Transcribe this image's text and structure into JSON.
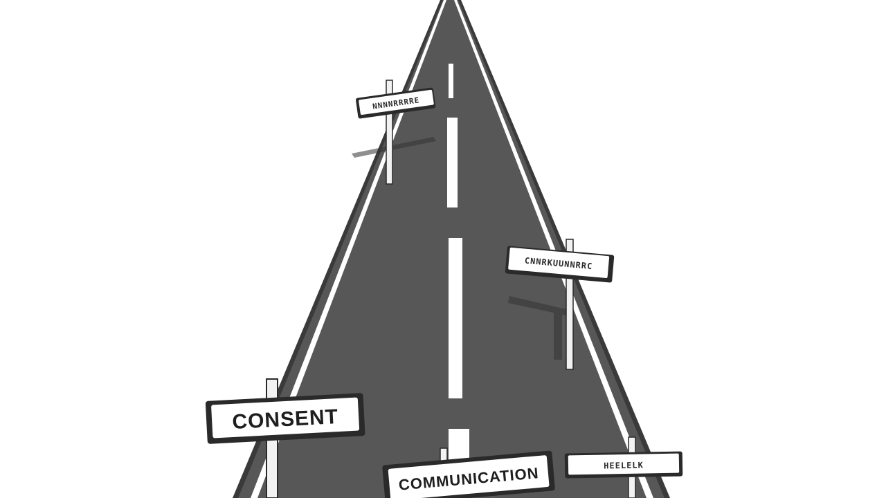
{
  "scene": {
    "background_color": "#ffffff",
    "road_color": "#575757",
    "road_edge_color": "#3a3a3a",
    "shoulder_line_color": "#ffffff",
    "lane_dash_color": "#ffffff",
    "sign_face_color": "#ffffff",
    "sign_frame_color": "#2a2a2a",
    "post_color": "#f2f2f2"
  },
  "signs": {
    "consent": "CONSENT",
    "communication": "COMMUNICATION",
    "top_left_blurred": "NNNNRRRRE",
    "right_middle_blurred": "CNNRKUUNNRRC",
    "bottom_right_blurred": "HEELELK"
  }
}
